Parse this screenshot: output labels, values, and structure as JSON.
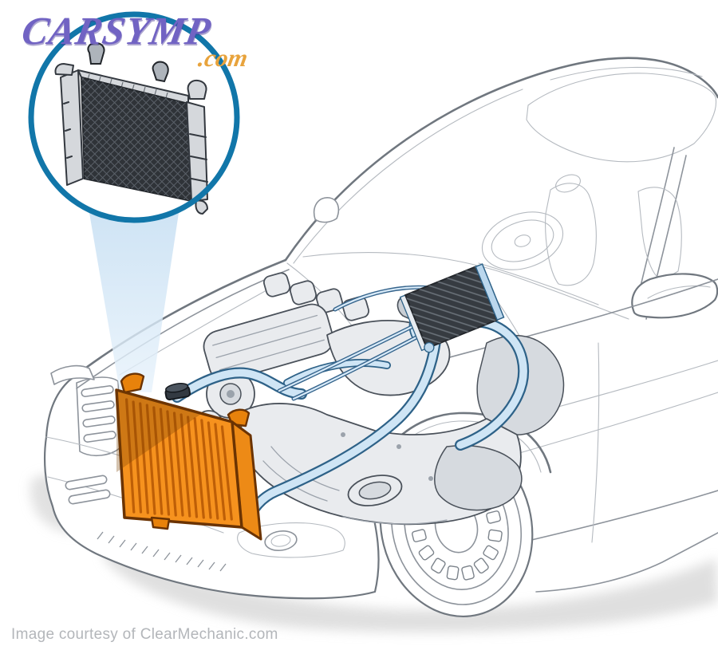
{
  "branding": {
    "brand": "CARSYMP",
    "tld": ".com"
  },
  "credit": {
    "text": "Image courtesy of ClearMechanic.com"
  },
  "illustration": {
    "subject": "radiator location in car",
    "highlighted_part": "radiator",
    "inset_part": "radiator",
    "vehicle_view": "sedan, three-quarter front-left cutaway"
  },
  "colors": {
    "highlight-orange": "#F6921E",
    "highlight-orange-dark": "#BE5F07",
    "highlight-outline": "#6B3302",
    "inset-border-blue": "#1176A9",
    "beam-blue": "#C9E1F4",
    "hose-blue-fill": "#CFE5F5",
    "hose-blue-outline": "#2E6288",
    "line-gray": "#8D939B",
    "line-dark": "#70777F",
    "line-light": "#B5BAC0",
    "engine-gray": "#E9EBEE",
    "engine-outline": "#4A515A",
    "logo-purple": "#7163C3",
    "logo-orange": "#E8A33C",
    "credit-gray": "#B3B6BA",
    "shadow-gray": "#D8D8D8"
  }
}
